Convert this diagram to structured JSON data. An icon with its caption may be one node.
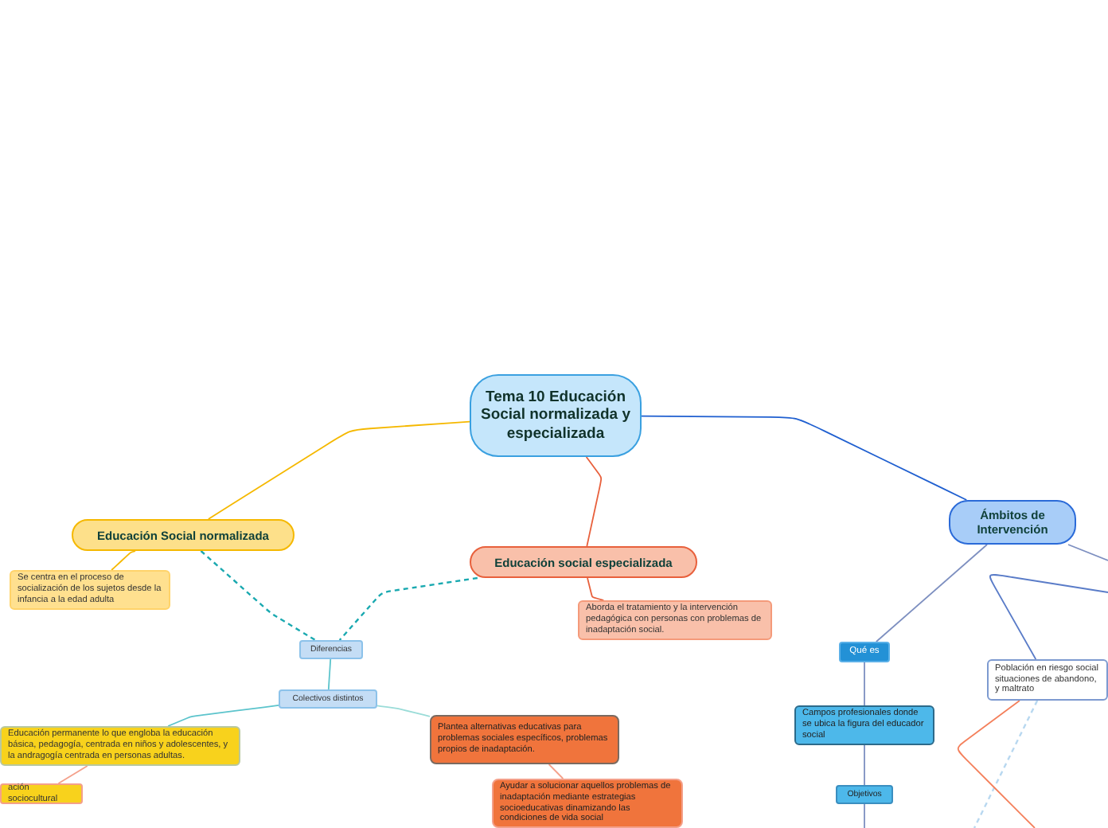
{
  "diagram": {
    "nodes": [
      {
        "text": [
          "Tema 10 Educación Social normalizada y especializada"
        ]
      },
      {
        "text": [
          "Educación Social normalizada"
        ]
      },
      {
        "text": [
          "Se centra en el proceso de socialización de los sujetos desde la infancia a la edad adulta"
        ]
      },
      {
        "text": [
          "Educación social especializada"
        ]
      },
      {
        "text": [
          "Aborda el tratamiento y la intervención pedagógica con personas con problemas de inadaptación social."
        ]
      },
      {
        "text": [
          "Ámbitos de Intervención"
        ]
      },
      {
        "text": [
          "Diferencias"
        ]
      },
      {
        "text": [
          "Colectivos distintos"
        ]
      },
      {
        "text": [
          "Educación permanente lo que engloba la educación básica, pedagogía, centrada en niños y adolescentes, y la andragogía centrada en personas adultas."
        ]
      },
      {
        "text": [
          "ación sociocultural"
        ]
      },
      {
        "text": [
          "Plantea alternativas educativas para problemas sociales específicos, problemas propios de inadaptación."
        ]
      },
      {
        "text": [
          "Ayudar a solucionar aquellos problemas de inadaptación mediante estrategias socioeducativas dinamizando las condiciones de vida social"
        ]
      },
      {
        "text": [
          "Qué es"
        ]
      },
      {
        "text": [
          "Campos profesionales donde se ubica la figura del educador social"
        ]
      },
      {
        "text": [
          "Objetivos"
        ]
      },
      {
        "text": [
          "Población en riesgo social situaciones de abandono, y maltrato"
        ]
      }
    ],
    "edges": [
      {
        "from": 0,
        "to": 1,
        "arrow": "none",
        "color": "#f5b800"
      },
      {
        "from": 0,
        "to": 3,
        "arrow": "none",
        "color": "#e8603c"
      },
      {
        "from": 0,
        "to": 5,
        "arrow": "none",
        "color": "#1f5fd0"
      },
      {
        "from": 1,
        "to": 2,
        "arrow": "none",
        "color": "#f5b800"
      },
      {
        "from": 3,
        "to": 4,
        "arrow": "none",
        "color": "#e8603c"
      },
      {
        "from": 1,
        "to": 6,
        "arrow": "none",
        "style": "dashed",
        "color": "#1aa9b0"
      },
      {
        "from": 3,
        "to": 6,
        "arrow": "none",
        "style": "dashed",
        "color": "#1aa9b0"
      },
      {
        "from": 6,
        "to": 7,
        "arrow": "none",
        "color": "#5cc4cc"
      },
      {
        "from": 7,
        "to": 8,
        "arrow": "none",
        "color": "#5cc4cc"
      },
      {
        "from": 7,
        "to": 10,
        "arrow": "none",
        "color": "#9adcd8"
      },
      {
        "from": 8,
        "to": 9,
        "arrow": "none",
        "color": "#f4a08a"
      },
      {
        "from": 10,
        "to": 11,
        "arrow": "none",
        "color": "#f4a08a"
      },
      {
        "from": 5,
        "to": 12,
        "arrow": "none",
        "color": "#7d8fc0"
      },
      {
        "from": 12,
        "to": 13,
        "arrow": "none",
        "color": "#7d8fc0"
      },
      {
        "from": 13,
        "to": 14,
        "arrow": "none",
        "color": "#7d8fc0"
      },
      {
        "from": 14,
        "to": null,
        "arrow": "none",
        "color": "#7d8fc0"
      },
      {
        "from": 5,
        "to": null,
        "arrow": "none",
        "color": "#7d8fc0"
      },
      {
        "from": null,
        "to": 15,
        "arrow": "none",
        "color": "#5a7cc8"
      },
      {
        "from": 15,
        "to": null,
        "arrow": "none",
        "style": "dashed",
        "color": "#b8d8f0"
      },
      {
        "from": 15,
        "to": null,
        "arrow": "none",
        "color": "#f4805c"
      }
    ]
  }
}
